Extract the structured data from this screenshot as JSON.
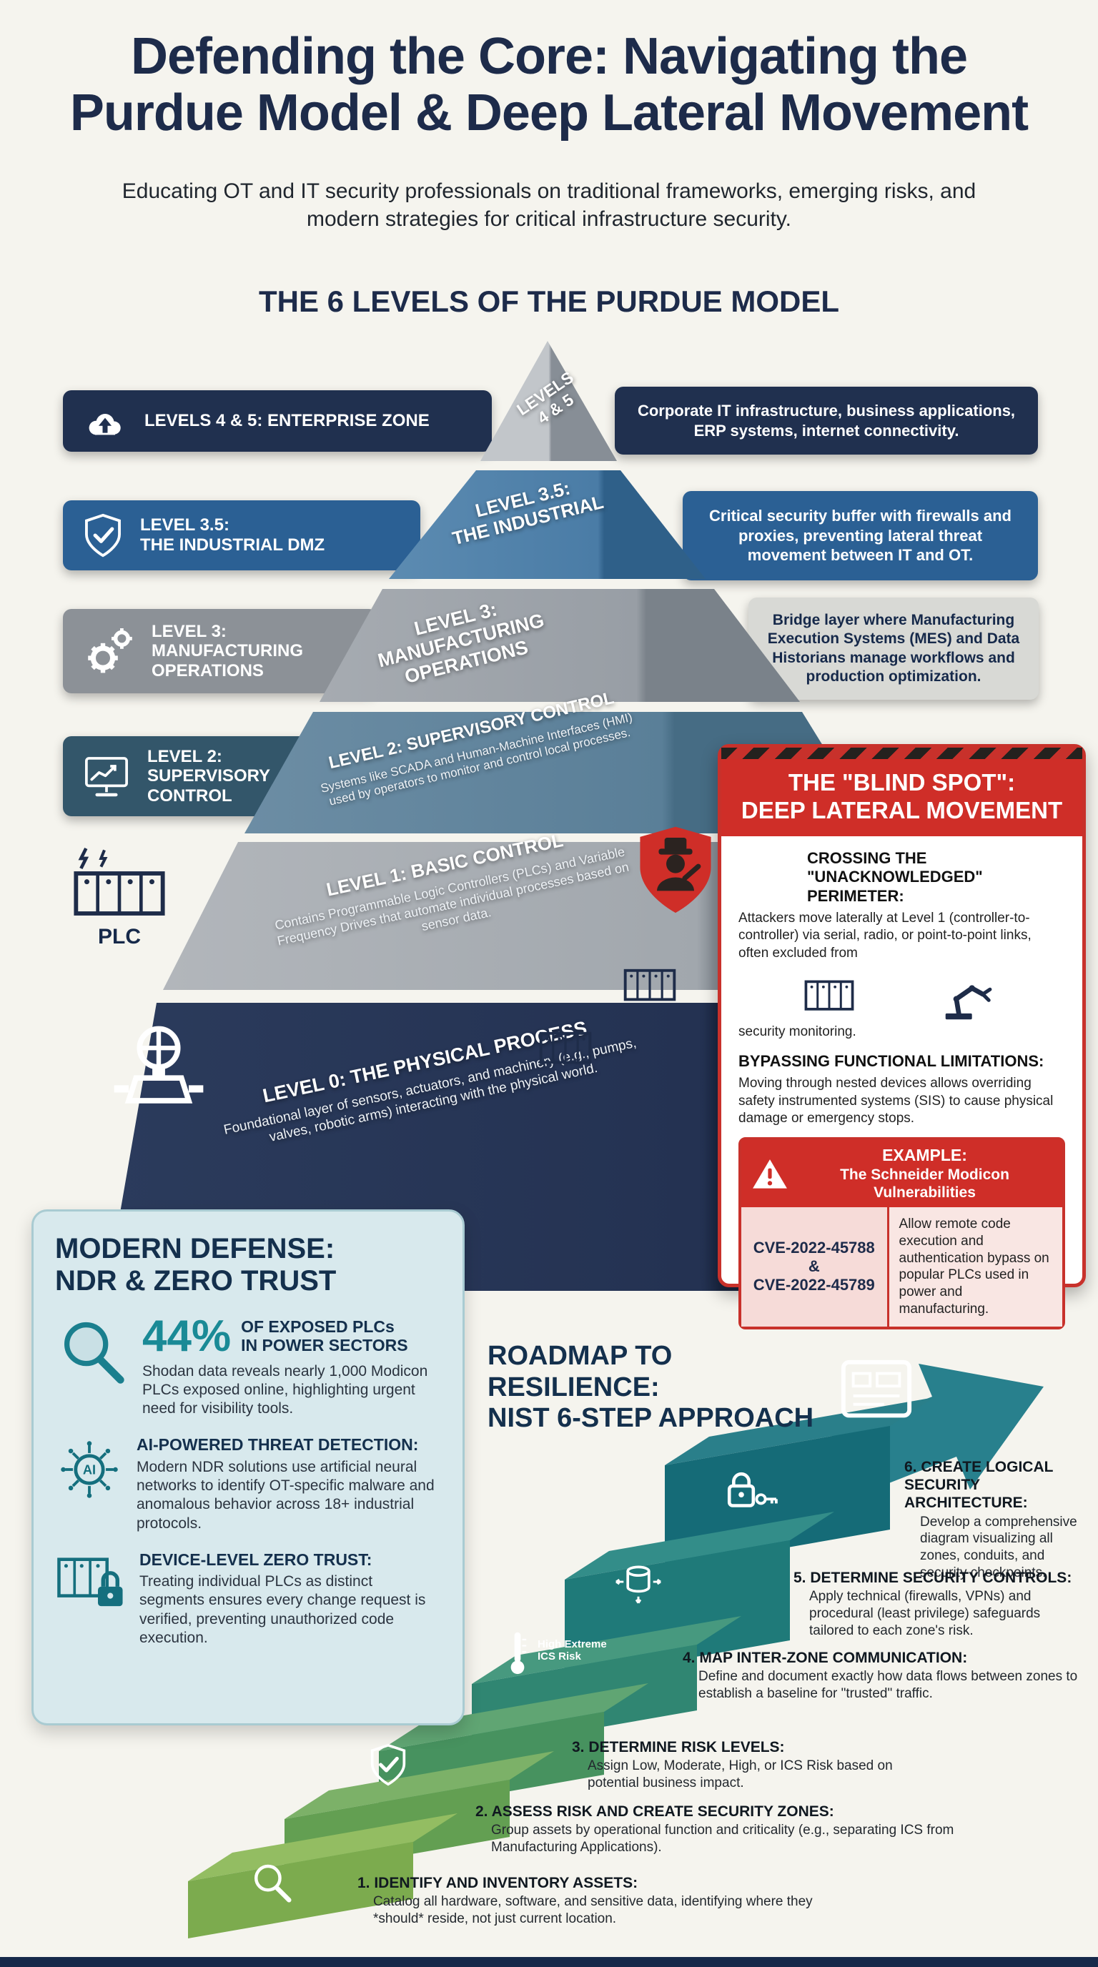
{
  "header": {
    "title_line1": "Defending the Core: Navigating the",
    "title_line2": "Purdue Model & Deep Lateral Movement",
    "subtitle": "Educating OT and IT security professionals on traditional frameworks, emerging risks, and modern strategies for critical infrastructure security."
  },
  "colors": {
    "navy": "#20304f",
    "blue": "#2b6094",
    "gray": "#8c9197",
    "slate": "#33566a",
    "red": "#cf2e28",
    "teal": "#1a7f8e",
    "green": "#7cab4e",
    "panel_light": "#d8e9ed"
  },
  "pyramid": {
    "heading": "THE 6 LEVELS OF THE PURDUE MODEL",
    "levels": [
      {
        "bar_label": "LEVELS 4 & 5: ENTERPRISE ZONE",
        "face_label": "LEVELS\n4 & 5",
        "description": "Corporate IT infrastructure, business applications, ERP systems, internet connectivity.",
        "icon": "cloud-upload-icon"
      },
      {
        "bar_label": "LEVEL 3.5:\nTHE INDUSTRIAL DMZ",
        "face_label": "LEVEL 3.5:\nTHE INDUSTRIAL",
        "description": "Critical security buffer with firewalls and proxies, preventing lateral threat movement between IT and OT.",
        "icon": "shield-check-icon"
      },
      {
        "bar_label": "LEVEL 3:\nMANUFACTURING\nOPERATIONS",
        "face_label": "LEVEL 3:\nMANUFACTURING\nOPERATIONS",
        "description": "Bridge layer where Manufacturing Execution Systems (MES) and Data Historians manage workflows and production optimization.",
        "icon": "gears-icon"
      },
      {
        "bar_label": "LEVEL 2:\nSUPERVISORY\nCONTROL",
        "face_label": "LEVEL 2: SUPERVISORY CONTROL",
        "face_text": "Systems like SCADA and Human-Machine Interfaces (HMI) used by operators to monitor and control local processes.",
        "icon": "monitor-chart-icon"
      },
      {
        "bar_label": "PLC",
        "face_label": "LEVEL 1: BASIC CONTROL",
        "face_text": "Contains Programmable Logic Controllers (PLCs) and Variable Frequency Drives that automate individual processes based on sensor data.",
        "icon": "plc-icon"
      },
      {
        "face_label": "LEVEL 0: THE PHYSICAL PROCESS",
        "face_text": "Foundational layer of sensors, actuators, and machinery (e.g., pumps, valves, robotic arms) interacting with the physical world.",
        "icon": "valve-icon"
      }
    ]
  },
  "blind_spot": {
    "title": "THE \"BLIND SPOT\":\nDEEP LATERAL MOVEMENT",
    "crossing": {
      "heading": "CROSSING THE \"UNACKNOWLEDGED\" PERIMETER:",
      "body_start": "Attackers move laterally at Level 1 (controller-to-controller) via serial, radio, or point-to-point links, often excluded from",
      "body_end": "security monitoring."
    },
    "bypassing": {
      "heading": "BYPASSING FUNCTIONAL LIMITATIONS:",
      "body": "Moving through nested devices allows overriding safety instrumented systems (SIS) to cause physical damage or emergency stops."
    },
    "example": {
      "label": "EXAMPLE:",
      "title": "The Schneider Modicon Vulnerabilities",
      "cve": "CVE-2022-45788\n&\nCVE-2022-45789",
      "description": "Allow remote code execution and authentication bypass on popular PLCs used in power and manufacturing."
    }
  },
  "defense": {
    "title": "MODERN DEFENSE:\nNDR & ZERO TRUST",
    "stat": {
      "value": "44%",
      "label": "OF EXPOSED PLCs\nIN POWER SECTORS",
      "body": "Shodan data reveals nearly 1,000 Modicon PLCs exposed online, highlighting urgent need for visibility tools."
    },
    "items": [
      {
        "heading": "AI-POWERED THREAT DETECTION:",
        "body": "Modern NDR solutions use artificial neural networks to identify OT-specific malware and anomalous behavior across 18+ industrial protocols.",
        "icon": "ai-chip-icon"
      },
      {
        "heading": "DEVICE-LEVEL ZERO TRUST:",
        "body": "Treating individual PLCs as distinct segments ensures every change request is verified, preventing unauthorized code execution.",
        "icon": "plc-lock-icon"
      }
    ]
  },
  "roadmap": {
    "title": "ROADMAP TO RESILIENCE:\nNIST 6-STEP APPROACH",
    "risk_label": "High Extreme ICS Risk",
    "steps": [
      {
        "heading": "1. IDENTIFY AND INVENTORY ASSETS:",
        "body": "Catalog all hardware, software, and sensitive data, identifying where they *should* reside, not just current location.",
        "icon": "magnifier-icon"
      },
      {
        "heading": "2. ASSESS RISK AND CREATE SECURITY ZONES:",
        "body": "Group assets by operational function and criticality (e.g., separating ICS from Manufacturing Applications).",
        "icon": "shield-check-icon"
      },
      {
        "heading": "3. DETERMINE RISK LEVELS:",
        "body": "Assign Low, Moderate, High, or ICS Risk based on potential business impact.",
        "icon": "thermometer-icon"
      },
      {
        "heading": "4. MAP INTER-ZONE COMMUNICATION:",
        "body": "Define and document exactly how data flows between zones to establish a baseline for \"trusted\" traffic.",
        "icon": "data-flow-icon"
      },
      {
        "heading": "5. DETERMINE SECURITY CONTROLS:",
        "body": "Apply technical (firewalls, VPNs) and procedural (least privilege) safeguards tailored to each zone's risk.",
        "icon": "lock-key-icon"
      },
      {
        "heading": "6. CREATE LOGICAL SECURITY ARCHITECTURE:",
        "body": "Develop a comprehensive diagram visualizing all zones, conduits, and security checkpoints.",
        "icon": "blueprint-icon"
      }
    ]
  }
}
